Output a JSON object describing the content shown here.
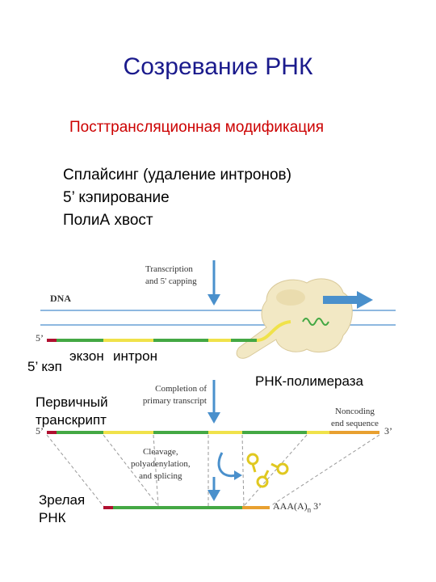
{
  "title": "Созревание РНК",
  "subtitle": "Посттрансляционная модификация",
  "bullets": [
    "Сплайсинг (удаление интронов)",
    "5’ кэпирование",
    "ПолиА хвост"
  ],
  "diagram": {
    "step1": [
      "Transcription",
      "and 5' capping"
    ],
    "dna": "DNA",
    "five_prime": "5’",
    "cap_label": "5’ кэп",
    "exon_label": "экзон",
    "intron_label": "интрон",
    "polymerase_label": "РНК-полимераза",
    "step2": [
      "Completion of",
      "primary transcript"
    ],
    "primary_label": [
      "Первичный",
      "транскрипт"
    ],
    "noncoding": [
      "Noncoding",
      "end sequence"
    ],
    "three_prime": "3’",
    "step3": [
      "Cleavage,",
      "polyadenylation,",
      "and splicing"
    ],
    "mature_label": [
      "Зрелая",
      "РНК"
    ],
    "polya": "AAA(A)",
    "polya_sub": "n",
    "polya_end": "3’"
  },
  "colors": {
    "title": "#1a1a8c",
    "subtitle": "#cc0000",
    "exon": "#44a844",
    "intron": "#f0e24a",
    "cap": "#b01030",
    "tail": "#e8a030",
    "dna_strand": "#8eb8e0",
    "arrow": "#4a90cc",
    "polymerase": "#f2e8c4"
  }
}
